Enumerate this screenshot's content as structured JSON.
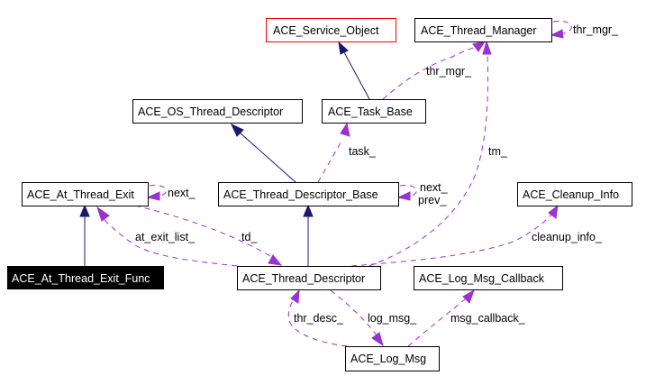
{
  "diagram": {
    "type": "collaboration-graph",
    "colors": {
      "inheritance": "#191970",
      "usage": "#9a32cd",
      "highlight_border": "#ff0000",
      "current_fill": "#000000"
    },
    "nodes": {
      "service_object": {
        "label": "ACE_Service_Object"
      },
      "thread_manager": {
        "label": "ACE_Thread_Manager"
      },
      "os_thread_descriptor": {
        "label": "ACE_OS_Thread_Descriptor"
      },
      "task_base": {
        "label": "ACE_Task_Base"
      },
      "at_thread_exit": {
        "label": "ACE_At_Thread_Exit"
      },
      "thread_descriptor_base": {
        "label": "ACE_Thread_Descriptor_Base"
      },
      "cleanup_info": {
        "label": "ACE_Cleanup_Info"
      },
      "at_thread_exit_func": {
        "label": "ACE_At_Thread_Exit_Func"
      },
      "thread_descriptor": {
        "label": "ACE_Thread_Descriptor"
      },
      "log_msg_callback": {
        "label": "ACE_Log_Msg_Callback"
      },
      "log_msg": {
        "label": "ACE_Log_Msg"
      }
    },
    "edges": {
      "taskbase_to_serviceobject": {
        "kind": "inheritance",
        "from": "ACE_Task_Base",
        "to": "ACE_Service_Object"
      },
      "tdbase_to_osthreaddesc": {
        "kind": "inheritance",
        "from": "ACE_Thread_Descriptor_Base",
        "to": "ACE_OS_Thread_Descriptor"
      },
      "td_to_tdbase": {
        "kind": "inheritance",
        "from": "ACE_Thread_Descriptor",
        "to": "ACE_Thread_Descriptor_Base"
      },
      "func_to_atexit": {
        "kind": "inheritance",
        "from": "ACE_At_Thread_Exit_Func",
        "to": "ACE_At_Thread_Exit"
      },
      "thr_mgr_self": {
        "kind": "usage",
        "label": "thr_mgr_"
      },
      "thr_mgr_task": {
        "kind": "usage",
        "label": "thr_mgr_"
      },
      "task": {
        "kind": "usage",
        "label": "task_"
      },
      "tm": {
        "kind": "usage",
        "label": "tm_"
      },
      "next_atexit": {
        "kind": "usage",
        "label": "next_"
      },
      "next_prev": {
        "kind": "usage",
        "label_line1": "next_",
        "label_line2": "prev_"
      },
      "at_exit_list": {
        "kind": "usage",
        "label": "at_exit_list_"
      },
      "td": {
        "kind": "usage",
        "label": "td_"
      },
      "cleanup_info": {
        "kind": "usage",
        "label": "cleanup_info_"
      },
      "thr_desc": {
        "kind": "usage",
        "label": "thr_desc_"
      },
      "log_msg": {
        "kind": "usage",
        "label": "log_msg_"
      },
      "msg_callback": {
        "kind": "usage",
        "label": "msg_callback_"
      }
    }
  }
}
